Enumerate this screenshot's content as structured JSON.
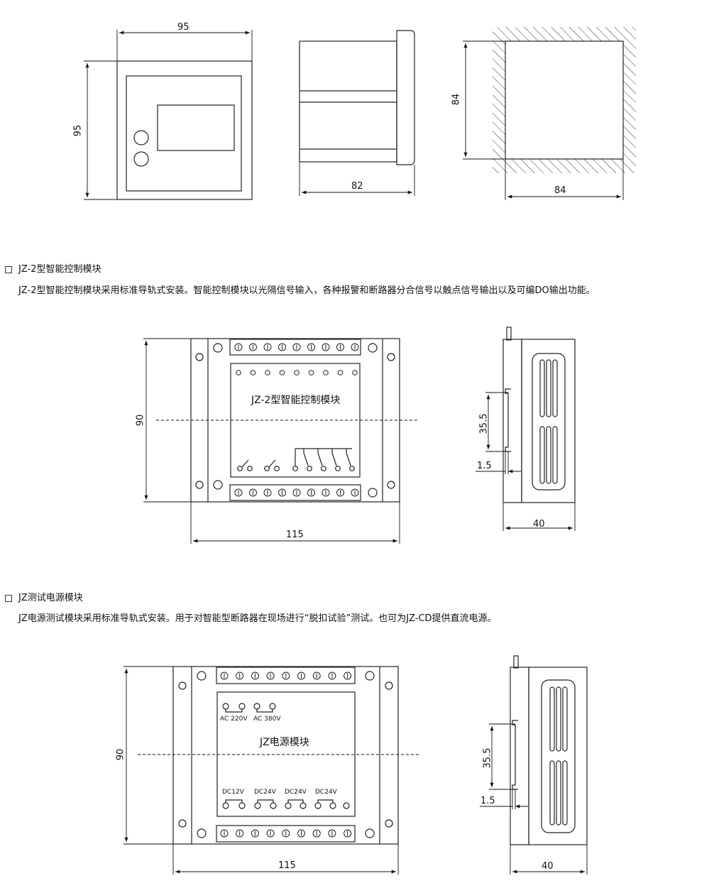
{
  "top_drawings": {
    "front_width": "95",
    "front_height": "95",
    "side_depth": "82",
    "cutout_height": "84",
    "cutout_width": "84"
  },
  "section1": {
    "heading": "JZ-2型智能控制模块",
    "description": "JZ-2型智能控制模块采用标准导轨式安装。智能控制模块以光隔信号输入，各种报警和断路器分合信号以触点信号输出以及可编DO输出功能。",
    "front": {
      "label": "JZ-2型智能控制模块",
      "height": "90",
      "width": "115"
    },
    "side": {
      "rail": "35.5",
      "offset": "1.5",
      "depth": "40"
    }
  },
  "section2": {
    "heading": "JZ测试电源模块",
    "description": "JZ电源测试模块采用标准导轨式安装。用于对智能型断路器在现场进行“脱扣试验”测试。也可为JZ-CD提供直流电源。",
    "front": {
      "label": "JZ电源模块",
      "ac_labels": [
        "AC 220V",
        "AC 380V"
      ],
      "dc_labels": [
        "DC12V",
        "DC24V",
        "DC24V",
        "DC24V"
      ],
      "height": "90",
      "width": "115"
    },
    "side": {
      "rail": "35.5",
      "offset": "1.5",
      "depth": "40"
    }
  }
}
